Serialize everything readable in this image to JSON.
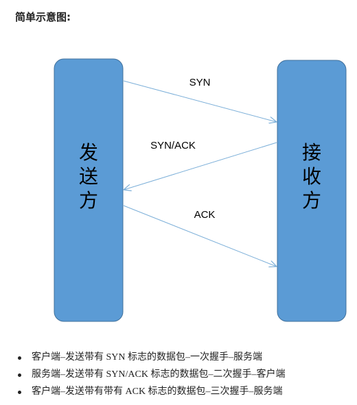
{
  "heading": "简单示意图:",
  "diagram": {
    "sender_label": [
      "发",
      "送",
      "方"
    ],
    "receiver_label": [
      "接",
      "收",
      "方"
    ],
    "arrows": [
      {
        "label": "SYN",
        "direction": "sender-to-receiver"
      },
      {
        "label": "SYN/ACK",
        "direction": "receiver-to-sender"
      },
      {
        "label": "ACK",
        "direction": "sender-to-receiver"
      }
    ],
    "colors": {
      "box_fill": "#5b9bd5",
      "box_stroke": "#41719c",
      "arrow": "#7aaed8",
      "label_text": "#000000"
    }
  },
  "bullets": [
    "客户端–发送带有 SYN 标志的数据包–一次握手–服务端",
    "服务端–发送带有 SYN/ACK 标志的数据包–二次握手–客户端",
    "客户端–发送带有带有 ACK 标志的数据包–三次握手–服务端"
  ]
}
